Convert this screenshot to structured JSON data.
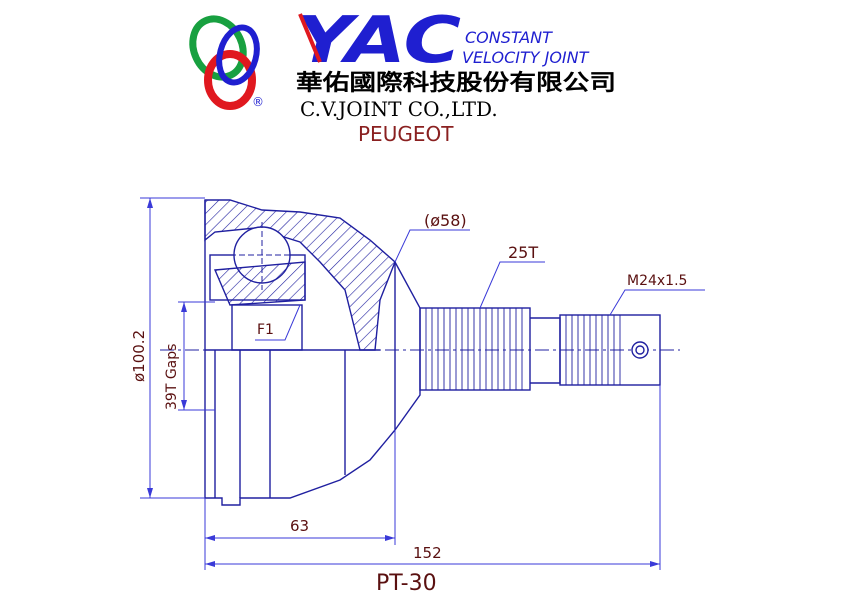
{
  "header": {
    "logo_text": "YAC",
    "tagline_line1": "CONSTANT",
    "tagline_line2": "VELOCITY JOINT",
    "company_chinese": "華佑國際科技股份有限公司",
    "company_english": "C.V.JOINT CO.,LTD.",
    "registered_mark": "®",
    "brand": "PEUGEOT"
  },
  "drawing": {
    "labels": {
      "housing_dia": "(ø58)",
      "spline_teeth": "25T",
      "thread": "M24x1.5",
      "ring": "F1",
      "outer_dia": "ø100.2",
      "abs_ring": "39T Gaps",
      "length_short": "63",
      "length_total": "152"
    },
    "part_number": "PT-30"
  },
  "colors": {
    "logo_blue": "#1f1fd0",
    "logo_red": "#e0181f",
    "logo_green": "#18a040",
    "drawing_blue": "#2020a0",
    "dim_blue": "#3a3ad8",
    "text_dark": "#5a1010"
  }
}
